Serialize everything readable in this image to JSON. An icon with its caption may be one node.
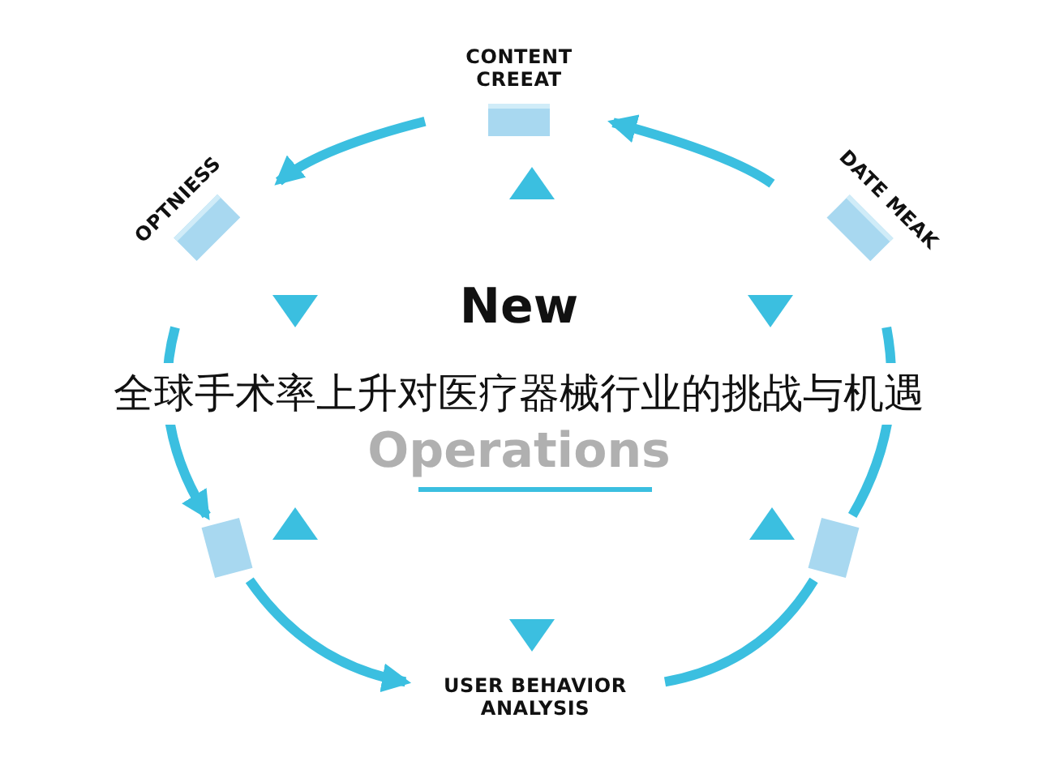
{
  "diagram": {
    "title": "全球手术率上升对医疗器械行业的挑战与机遇",
    "nodes": [
      {
        "text": [
          "CONTENT CREEAT"
        ]
      },
      {
        "text": [
          "OPTNIESS"
        ]
      },
      {
        "text": [
          "DATE MEAK"
        ]
      },
      {
        "text": [],
        "shape": "box"
      },
      {
        "text": [
          "USER BEHAVIOR ANALYSIS"
        ]
      },
      {
        "text": [],
        "shape": "box"
      }
    ],
    "edges": [
      {
        "from": 2,
        "to": 0,
        "arrow": "to"
      },
      {
        "from": 0,
        "to": 1,
        "arrow": "to"
      },
      {
        "from": 1,
        "to": 3,
        "arrow": "to"
      },
      {
        "from": 3,
        "to": 4,
        "arrow": "to"
      },
      {
        "from": 4,
        "to": 5,
        "arrow": "none"
      },
      {
        "from": 5,
        "to": 2,
        "arrow": "none"
      }
    ],
    "labels": [
      "New",
      "Operations"
    ]
  }
}
